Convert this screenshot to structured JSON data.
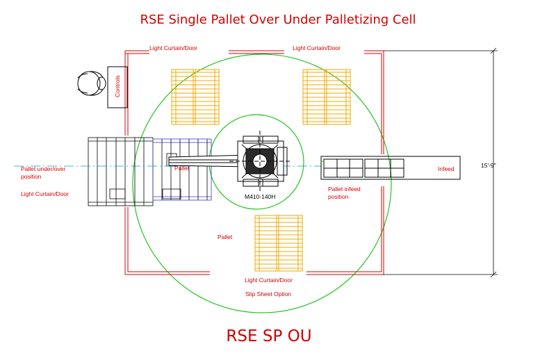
{
  "title": "RSE Single Pallet Over Under Palletizing Cell",
  "footer": "RSE SP OU",
  "labels": {
    "light_curtain_top_left": "Light Curtain/Door",
    "light_curtain_top_right": "Light Curtain/Door",
    "controls": "Controls",
    "pallet_under_over_line1": "Pallet under/over",
    "pallet_under_over_line2": "position",
    "light_curtain_left": "Light Curtain/Door",
    "conveyor_pallet": "Pallet",
    "robot_model": "M410-140H",
    "pallet_infeed_line1": "Pallet infeed",
    "pallet_infeed_line2": "position",
    "infeed": "Infeed",
    "dimension": "15'-9\"",
    "pallet_bottom": "Pallet",
    "light_curtain_bottom": "Light Curtain/Door",
    "slip_sheet": "Slip Sheet Option"
  },
  "colors": {
    "title": "#d40000",
    "fence": "#d40000",
    "pallet": "#f2a900",
    "reach": "#22c422",
    "equipment": "#000000",
    "frame": "#3a3ad0",
    "centerline": "#00a0c8"
  }
}
